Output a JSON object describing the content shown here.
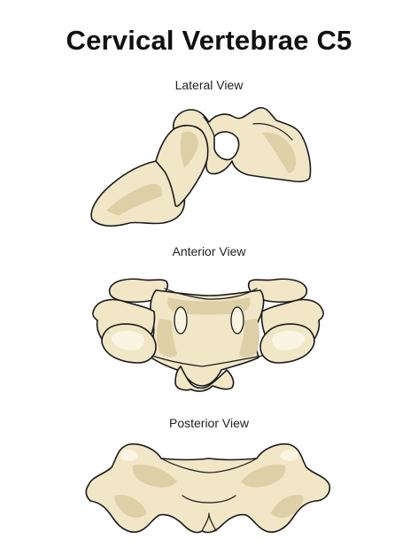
{
  "title": "Cervical Vertebrae C5",
  "views": {
    "lateral": {
      "label": "Lateral View"
    },
    "anterior": {
      "label": "Anterior View"
    },
    "posterior": {
      "label": "Posterior View"
    }
  },
  "colors": {
    "bone_fill": "#f1e6c6",
    "bone_shadow": "#ddcfa6",
    "bone_highlight": "#faf5e3",
    "outline": "#1a1a1a"
  }
}
